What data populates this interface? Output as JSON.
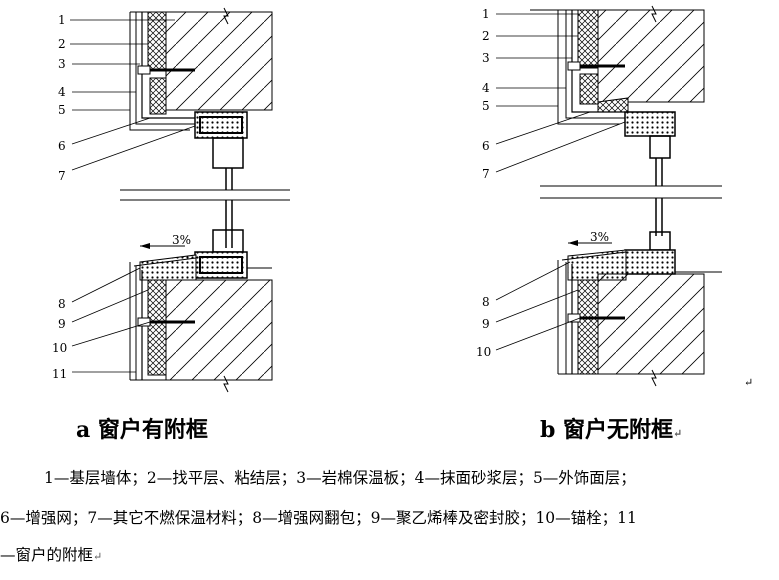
{
  "panel_a": {
    "caption": "a  窗户有附框",
    "callouts": [
      "1",
      "2",
      "3",
      "4",
      "5",
      "6",
      "7",
      "8",
      "9",
      "10",
      "11"
    ],
    "slope": "3%"
  },
  "panel_b": {
    "caption": "b  窗户无附框",
    "callouts": [
      "1",
      "2",
      "3",
      "4",
      "5",
      "6",
      "7",
      "8",
      "9",
      "10"
    ],
    "slope": "3%"
  },
  "legend": {
    "line1": "1—基层墙体；2—找平层、粘结层；3—岩棉保温板；4—抹面砂浆层；5—外饰面层；",
    "line2": "6—增强网；7—其它不燃保温材料；8—增强网翻包；9—聚乙烯棒及密封胶；10—锚栓；11",
    "line3": "—窗户的附框"
  },
  "paragraph_mark": "↵"
}
